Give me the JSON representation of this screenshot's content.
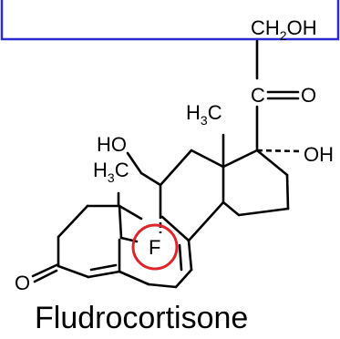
{
  "figure": {
    "caption": "Fludrocortisone",
    "frame_color": "#2b2bd6",
    "highlight_color": "#e0242b",
    "atoms": {
      "ch2oh_main": "CH",
      "ch2oh_sub": "2",
      "ch2oh_tail": "OH",
      "carbonyl_c": "C",
      "carbonyl_o": "O",
      "methyl13_main": "H",
      "methyl13_sub": "3",
      "methyl13_c": "C",
      "ho11": "HO",
      "methyl10_main": "H",
      "methyl10_sub": "3",
      "methyl10_c": "C",
      "oh17": "OH",
      "fluorine": "F",
      "ketone_o": "O"
    }
  }
}
